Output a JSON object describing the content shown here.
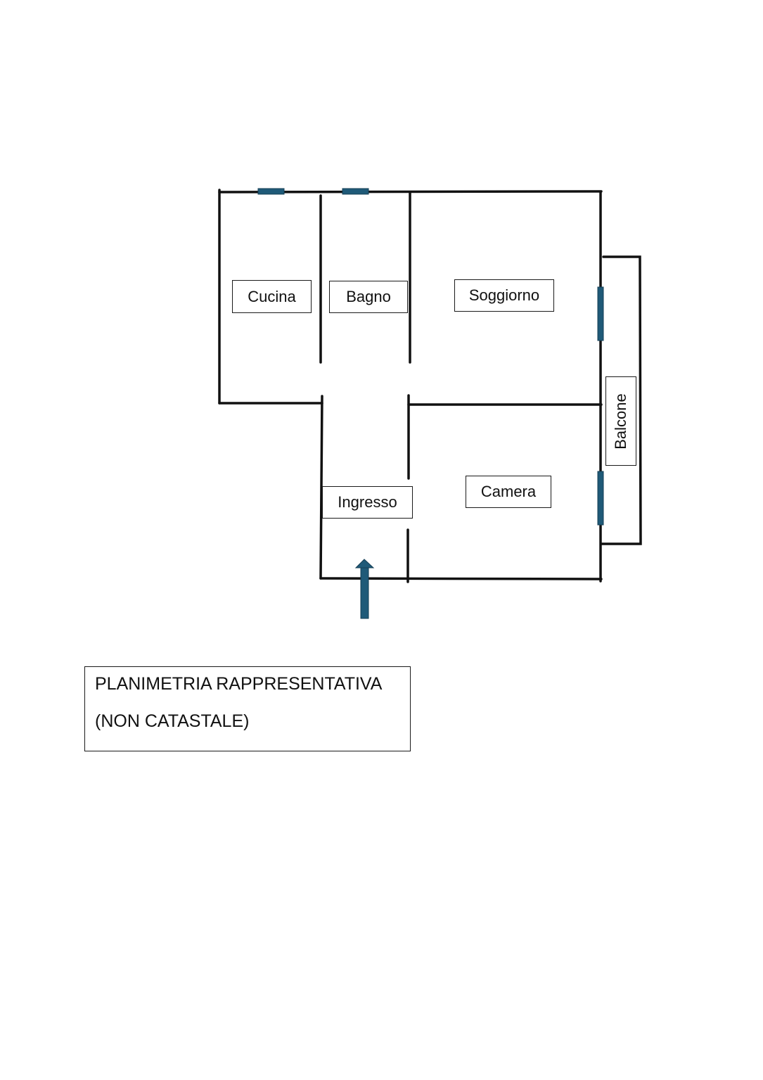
{
  "rooms": {
    "cucina": "Cucina",
    "bagno": "Bagno",
    "soggiorno": "Soggiorno",
    "camera": "Camera",
    "ingresso": "Ingresso",
    "balcone": "Balcone"
  },
  "note": {
    "line1": "PLANIMETRIA RAPPRESENTATIVA",
    "line2": "(NON CATASTALE)"
  },
  "colors": {
    "wall": "#111111",
    "window": "#1f5a78",
    "arrow": "#1f5a78"
  },
  "icons": {
    "entrance": "arrow-up-icon"
  }
}
